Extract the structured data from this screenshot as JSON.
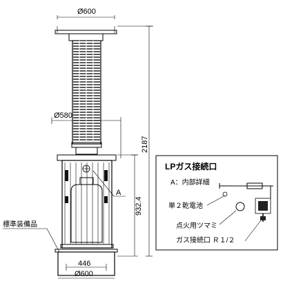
{
  "dimensions": {
    "top_width": "Ø600",
    "mid_width": "Ø580",
    "total_height": "2187",
    "lower_height": "932.4",
    "inner_width": "446",
    "base_width": "Ø600"
  },
  "labels": {
    "a_marker": "A",
    "standard_equipment": "標準装備品"
  },
  "detail": {
    "title": "LPガス接続口",
    "subtitle": "A：内部詳細",
    "battery": "単２乾電池",
    "ignition_knob": "点火用ツマミ",
    "gas_inlet": "ガス接続口 Ｒ１/２"
  }
}
